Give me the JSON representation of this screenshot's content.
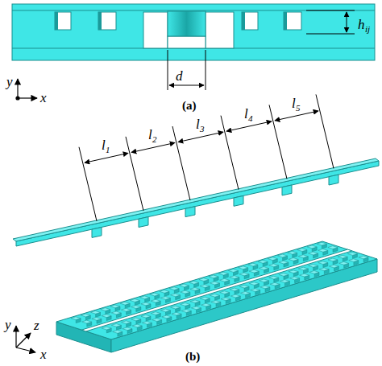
{
  "diagram": {
    "labels": [
      "y",
      "x",
      "h",
      "ij",
      "d",
      "(a)",
      "l",
      "1",
      "l",
      "2",
      "l",
      "3",
      "l",
      "4",
      "l",
      "5",
      "y",
      "z",
      "x",
      "(b)"
    ]
  }
}
